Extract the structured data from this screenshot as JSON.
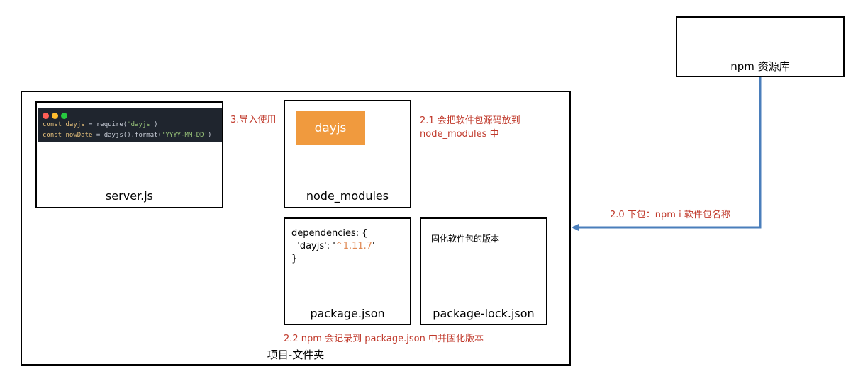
{
  "project": {
    "label": "项目-文件夹"
  },
  "registry": {
    "label": "npm 资源库"
  },
  "server": {
    "label": "server.js",
    "code": {
      "line1": {
        "kw": "const dayjs",
        "mid": " = require(",
        "str": "'dayjs'",
        "end": ")"
      },
      "line2": {
        "kw": "const nowDate",
        "mid": " = dayjs().format(",
        "str": "'YYYY-MM-DD'",
        "end": ")"
      }
    },
    "window_dot_colors": [
      "#ff5f56",
      "#ffbd2e",
      "#27c93f"
    ]
  },
  "node_modules": {
    "label": "node_modules",
    "package": "dayjs",
    "package_color": "#f09a3e"
  },
  "package_json": {
    "label": "package.json",
    "line1": "dependencies: {",
    "line2_key": "  'dayjs': '",
    "line2_val": "^1.11.7",
    "line2_end": "'",
    "line3": "}"
  },
  "package_lock": {
    "label": "package-lock.json",
    "text": "固化软件包的版本"
  },
  "notes": {
    "import": "3.导入使用",
    "install_line1": "2.1 会把软件包源码放到",
    "install_line2": "node_modules 中",
    "download": "2.0 下包：npm i 软件包名称",
    "record": "2.2 npm 会记录到 package.json 中并固化版本"
  },
  "colors": {
    "arrow": "#4a7ebb",
    "note": "#c0392b"
  }
}
